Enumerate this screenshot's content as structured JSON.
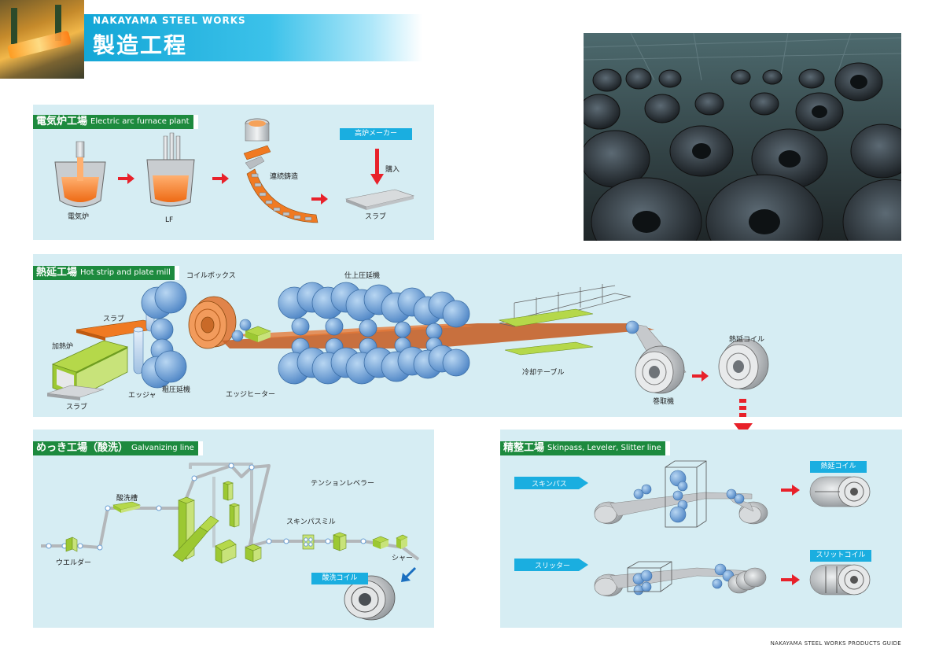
{
  "header": {
    "brand": "NAKAYAMA STEEL WORKS",
    "title": "製造工程"
  },
  "sections": {
    "eaf": {
      "title_jp": "電気炉工場",
      "title_en": "Electric arc furnace plant",
      "labels": {
        "furnace": "電気炉",
        "lf": "LF",
        "casting": "連続鋳造",
        "maker": "高炉メーカー",
        "purchase": "購入",
        "slab": "スラブ"
      }
    },
    "hot": {
      "title_jp": "熱延工場",
      "title_en": "Hot strip and plate mill",
      "labels": {
        "coilbox": "コイルボックス",
        "finishing": "仕上圧延機",
        "slab_top": "スラブ",
        "furnace": "加熱炉",
        "slab_bottom": "スラブ",
        "edger": "エッジャ",
        "roughing": "粗圧延機",
        "edge_heater": "エッジヒーター",
        "cooling": "冷却テーブル",
        "coiler": "巻取機",
        "hot_coil": "熱延コイル"
      }
    },
    "galv": {
      "title_jp": "めっき工場（酸洗）",
      "title_en": "Galvanizing line",
      "labels": {
        "pickling_tank": "酸洗槽",
        "tension_leveler": "テンションレベラー",
        "skinpass_mill": "スキンパスミル",
        "welder": "ウエルダー",
        "shear": "シャー",
        "pickled_coil": "酸洗コイル"
      }
    },
    "finish": {
      "title_jp": "精整工場",
      "title_en": "Skinpass, Leveler, Slitter line",
      "labels": {
        "skinpass": "スキンパス",
        "slitter": "スリッター",
        "hot_coil": "熱延コイル",
        "slit_coil": "スリットコイル"
      }
    }
  },
  "footer": "NAKAYAMA STEEL WORKS PRODUCTS GUIDE",
  "colors": {
    "panel": "#d6edf3",
    "accent_blue": "#1aaee0",
    "section_green": "#1d8a3e",
    "molten_orange": "#f07a22",
    "green_machine": "#9fcf3a",
    "roll_blue": "#6a9fd4",
    "arrow_red": "#e8212a"
  }
}
